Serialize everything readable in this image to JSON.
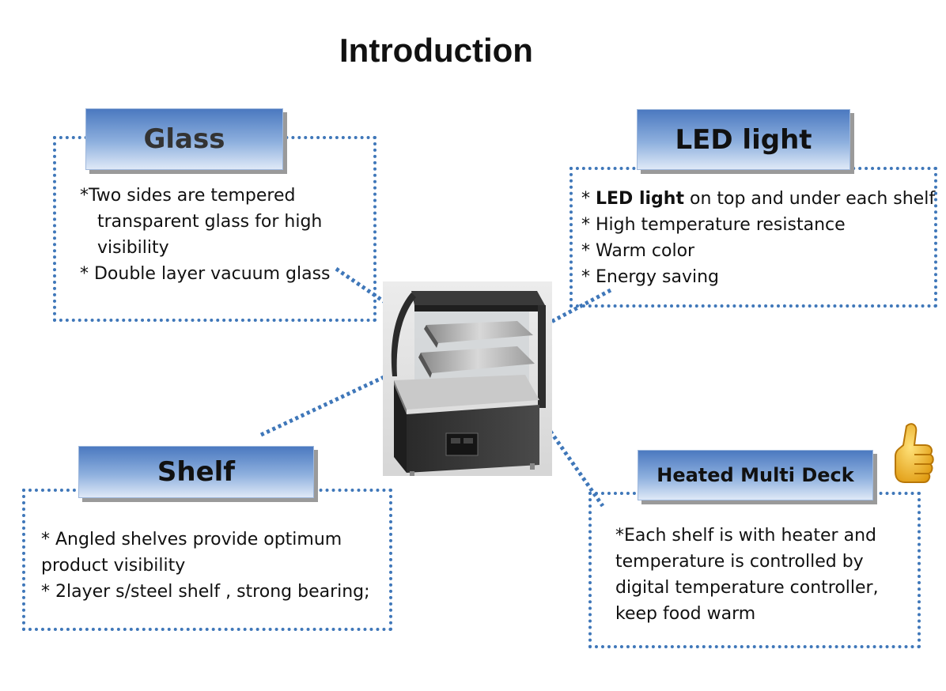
{
  "title": "Introduction",
  "glass": {
    "header": "Glass",
    "lines": [
      "*Two sides are tempered",
      "transparent glass for high",
      "visibility",
      "* Double layer vacuum glass"
    ]
  },
  "led": {
    "header": "LED light",
    "line1_prefix": "* ",
    "line1_bold": "LED light",
    "line1_rest": " on top and under each shelf",
    "lines": [
      "* High temperature resistance",
      "* Warm color",
      "* Energy saving"
    ]
  },
  "shelf": {
    "header": "Shelf",
    "lines": [
      "* Angled shelves provide optimum",
      "product visibility",
      "* 2layer s/steel shelf , strong bearing;"
    ]
  },
  "heated": {
    "header": "Heated Multi Deck",
    "lines": [
      "*Each shelf is with heater and",
      "temperature is controlled by",
      "digital temperature controller,",
      "keep food warm"
    ]
  },
  "colors": {
    "dotted_border": "#3f77b9",
    "header_gradient_top": "#4b79c0",
    "header_gradient_bottom": "#dfe9f7",
    "thumb": "#f2b51c"
  }
}
